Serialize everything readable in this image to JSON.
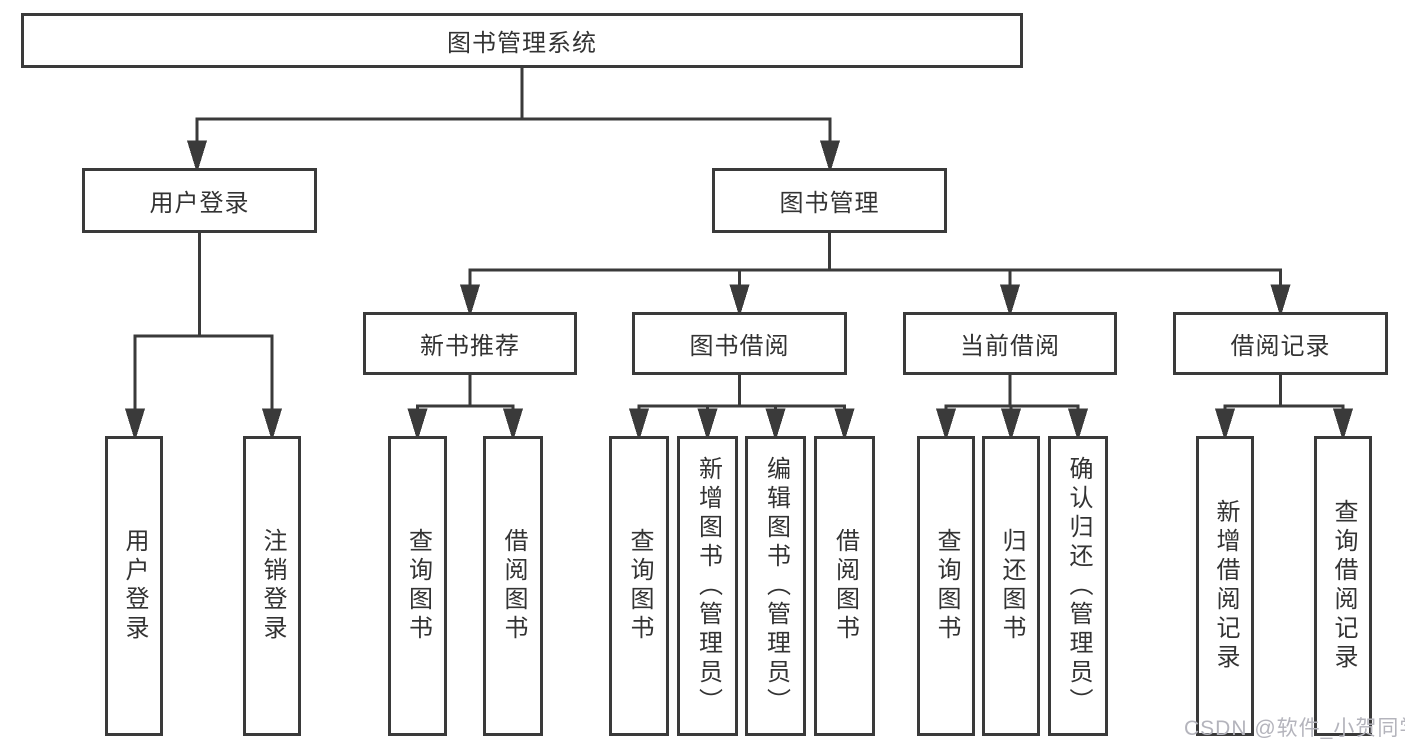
{
  "diagram_type": "hierarchy",
  "colors": {
    "line": "#3a3a3a",
    "box_border": "#3a3a3a",
    "text": "#333333",
    "watermark_text": "#b4b4bc",
    "background": "#ffffff"
  },
  "root": {
    "label": "图书管理系统"
  },
  "branches": {
    "user_login": {
      "label": "用户登录",
      "children": [
        {
          "label": "用户登录"
        },
        {
          "label": "注销登录"
        }
      ]
    },
    "book_management": {
      "label": "图书管理",
      "children": [
        {
          "label": "新书推荐",
          "children": [
            {
              "label": "查询图书"
            },
            {
              "label": "借阅图书"
            }
          ]
        },
        {
          "label": "图书借阅",
          "children": [
            {
              "label": "查询图书"
            },
            {
              "label": "新增图书（管理员）"
            },
            {
              "label": "编辑图书（管理员）"
            },
            {
              "label": "借阅图书"
            }
          ]
        },
        {
          "label": "当前借阅",
          "children": [
            {
              "label": "查询图书"
            },
            {
              "label": "归还图书"
            },
            {
              "label": "确认归还（管理员）"
            }
          ]
        },
        {
          "label": "借阅记录",
          "children": [
            {
              "label": "新增借阅记录"
            },
            {
              "label": "查询借阅记录"
            }
          ]
        }
      ]
    }
  },
  "watermark": {
    "text": "CSDN @软件_小贺同学"
  }
}
